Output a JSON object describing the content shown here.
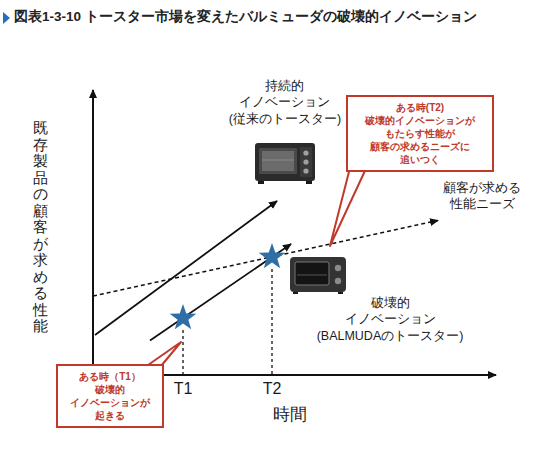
{
  "diagram": {
    "title": "図表1-3-10 トースター市場を変えたバルミューダの破壊的イノベーション",
    "nodes": [
      {
        "text": [
          "ある時(T2) 破壊的イノベーションが もたらす性能が 顧客の求めるニーズに 追いつく"
        ]
      },
      {
        "text": [
          "ある時（T1） 破壊的 イノベーションが 起きる"
        ]
      }
    ],
    "labels": [
      "持続的 イノベーション (従来のトースター)",
      "顧客が求める 性能ニーズ",
      "破壊的 イノベーション (BALMUDAのトースター)",
      "既存製品の顧客が求める性能",
      "T1",
      "T2",
      "時間"
    ]
  }
}
